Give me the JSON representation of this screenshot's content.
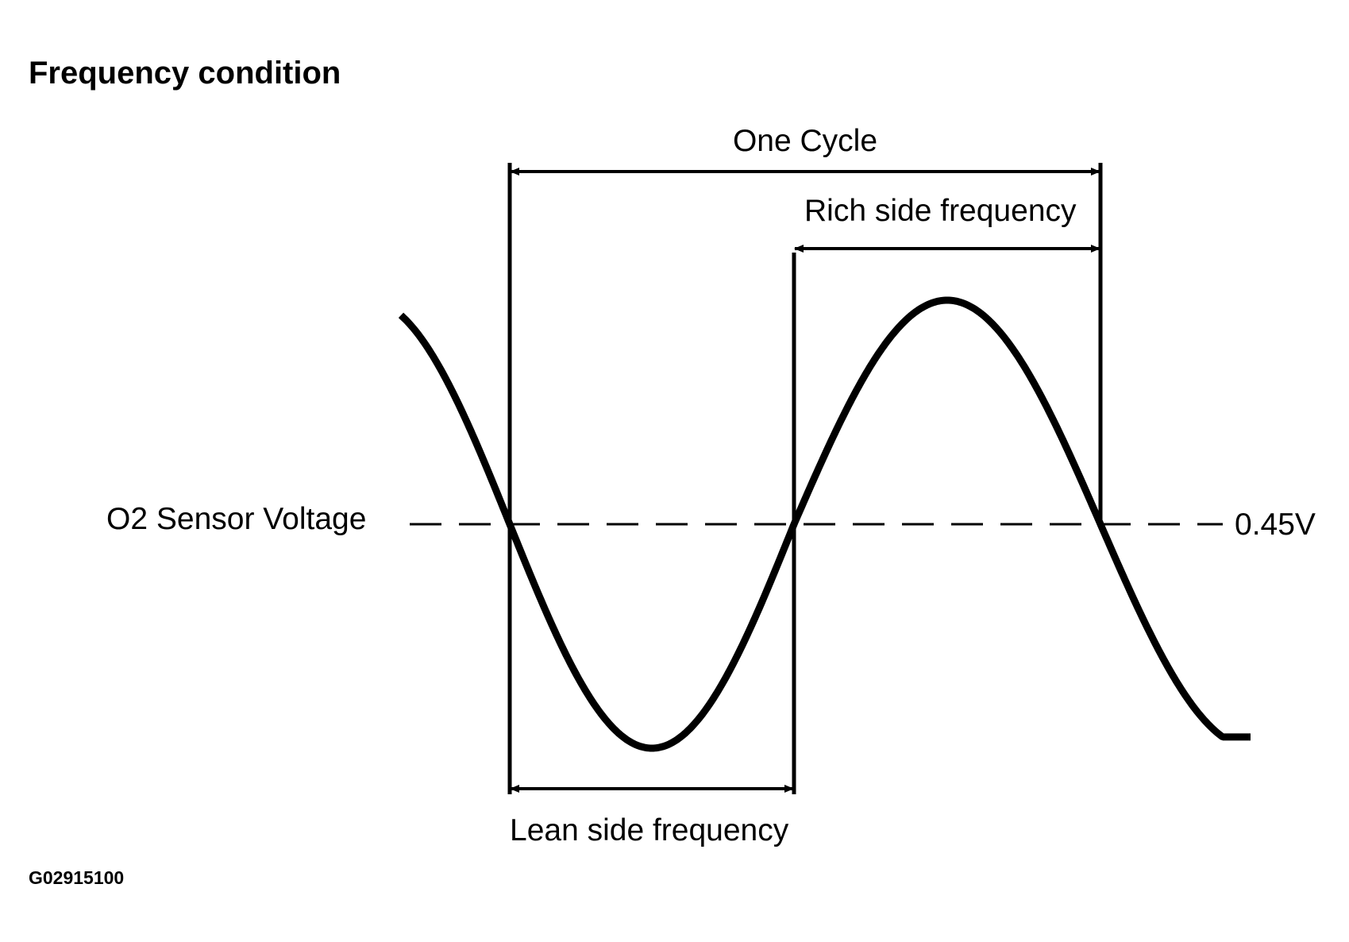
{
  "title": "Frequency condition",
  "labels": {
    "one_cycle": "One Cycle",
    "rich_side": "Rich side frequency",
    "lean_side": "Lean side frequency",
    "sensor_voltage": "O2 Sensor Voltage",
    "threshold_voltage": "0.45V"
  },
  "figure_id": "G02915100",
  "colors": {
    "ink": "#000000",
    "background": "#ffffff"
  }
}
